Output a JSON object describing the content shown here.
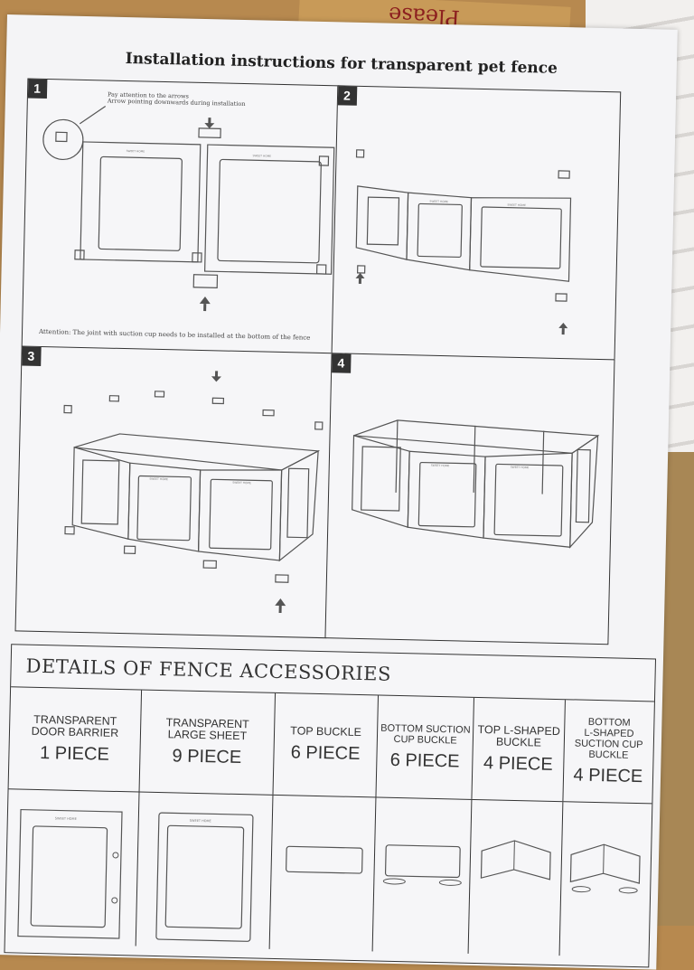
{
  "background": {
    "box_text": "Please"
  },
  "sheet": {
    "title": "Installation instructions for transparent pet fence"
  },
  "steps": [
    {
      "number": "1",
      "note_top_line1": "Pay attention to the arrows",
      "note_top_line2": "Arrow pointing downwards during installation",
      "attention": "Attention: The joint with suction cup needs to be installed at the bottom of the fence"
    },
    {
      "number": "2"
    },
    {
      "number": "3"
    },
    {
      "number": "4"
    }
  ],
  "panel_label": "SWEET HOME",
  "details": {
    "heading": "DETAILS OF FENCE ACCESSORIES",
    "items": [
      {
        "name_line1": "TRANSPARENT",
        "name_line2": "DOOR BARRIER",
        "name_line3": "",
        "name_line4": "",
        "qty": "1 PIECE"
      },
      {
        "name_line1": "TRANSPARENT",
        "name_line2": "LARGE SHEET",
        "name_line3": "",
        "name_line4": "",
        "qty": "9 PIECE"
      },
      {
        "name_line1": "TOP BUCKLE",
        "name_line2": "",
        "name_line3": "",
        "name_line4": "",
        "qty": "6 PIECE"
      },
      {
        "name_line1": "BOTTOM SUCTION",
        "name_line2": "CUP BUCKLE",
        "name_line3": "",
        "name_line4": "",
        "qty": "6 PIECE"
      },
      {
        "name_line1": "TOP L-SHAPED",
        "name_line2": "BUCKLE",
        "name_line3": "",
        "name_line4": "",
        "qty": "4 PIECE"
      },
      {
        "name_line1": "BOTTOM",
        "name_line2": "L-SHAPED",
        "name_line3": "SUCTION CUP",
        "name_line4": "BUCKLE",
        "qty": "4 PIECE"
      }
    ]
  },
  "colors": {
    "ink": "#333333",
    "paper": "#f4f4f6",
    "box": "#c89a58"
  }
}
